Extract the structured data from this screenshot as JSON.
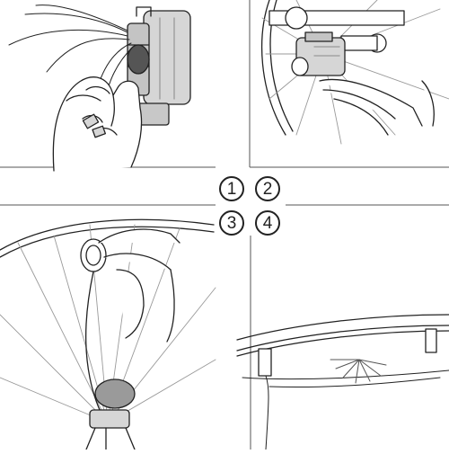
{
  "steps": {
    "one": "1",
    "two": "2",
    "three": "3",
    "four": "4"
  },
  "colors": {
    "line": "#222222",
    "part_fill": "#d6d6d6",
    "part_dark": "#9a9a9a",
    "divider": "#555555",
    "light_spoke": "#bdbdbd"
  }
}
